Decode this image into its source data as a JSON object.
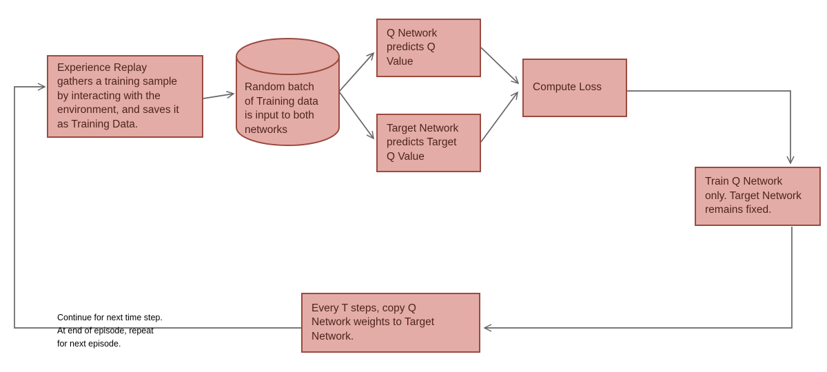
{
  "colors": {
    "node_fill": "#e4aca6",
    "node_stroke": "#9a4a3f",
    "node_text": "#4d241e",
    "connector": "#666666",
    "edge_label_text": "#000000"
  },
  "nodes": [
    {
      "id": "experience-replay",
      "text": "Experience Replay gathers a training sample by interacting with the environment, and saves it as Training Data.",
      "lines": [
        "Experience Replay",
        "gathers a training sample",
        "by interacting with the",
        "environment, and saves it",
        "as Training Data."
      ]
    },
    {
      "id": "training-data-cylinder",
      "text": "Random batch of Training data is input to both networks",
      "lines": [
        "Random batch",
        "of Training data",
        "is input to both",
        "networks"
      ]
    },
    {
      "id": "q-network",
      "text": "Q Network predicts Q Value",
      "lines": [
        "Q Network",
        "predicts Q",
        "Value"
      ]
    },
    {
      "id": "target-network",
      "text": "Target Network predicts Target Q Value",
      "lines": [
        "Target Network",
        "predicts Target",
        "Q Value"
      ]
    },
    {
      "id": "compute-loss",
      "text": "Compute Loss",
      "lines": [
        "Compute Loss"
      ]
    },
    {
      "id": "train-q-network",
      "text": "Train Q Network only. Target Network remains fixed.",
      "lines": [
        "Train Q Network",
        "only. Target Network",
        "remains fixed."
      ]
    },
    {
      "id": "copy-weights",
      "text": "Every T steps, copy Q Network weights to Target Network.",
      "lines": [
        "Every T steps, copy Q",
        "Network weights to Target",
        "Network."
      ]
    }
  ],
  "edge_label": {
    "text": "Continue for next time step. At end of episode, repeat for next episode.",
    "lines": [
      "Continue for next time step.",
      "At end of episode, repeat",
      "for next episode."
    ]
  }
}
